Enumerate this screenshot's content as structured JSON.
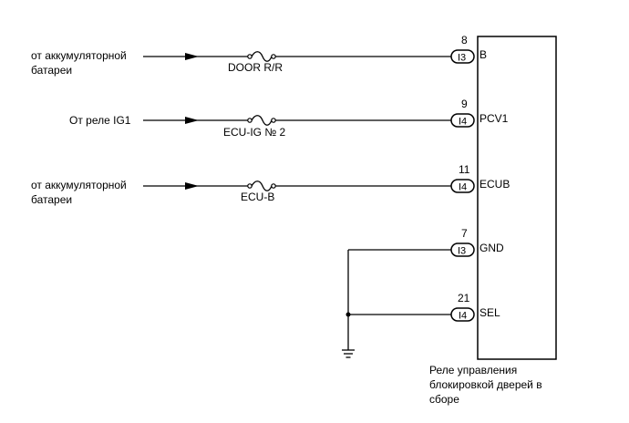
{
  "sources": {
    "battery_1_line1": "от аккумуляторной",
    "battery_1_line2": "батареи",
    "relay_ig1": "От реле IG1",
    "battery_2_line1": "от аккумуляторной",
    "battery_2_line2": "батареи"
  },
  "fuses": {
    "door_rr": "DOOR R/R",
    "ecu_ig2": "ECU-IG № 2",
    "ecu_b": "ECU-B"
  },
  "pins": [
    {
      "number": "8",
      "connector": "I3",
      "name": "B"
    },
    {
      "number": "9",
      "connector": "I4",
      "name": "PCV1"
    },
    {
      "number": "11",
      "connector": "I4",
      "name": "ECUB"
    },
    {
      "number": "7",
      "connector": "I3",
      "name": "GND"
    },
    {
      "number": "21",
      "connector": "I4",
      "name": "SEL"
    }
  ],
  "component": {
    "line1": "Реле управления",
    "line2": "блокировкой дверей в",
    "line3": "сборе"
  },
  "icons": {
    "fuse": "fuse-icon",
    "arrow": "arrow-icon",
    "ground": "ground-icon",
    "connector": "connector-icon"
  }
}
